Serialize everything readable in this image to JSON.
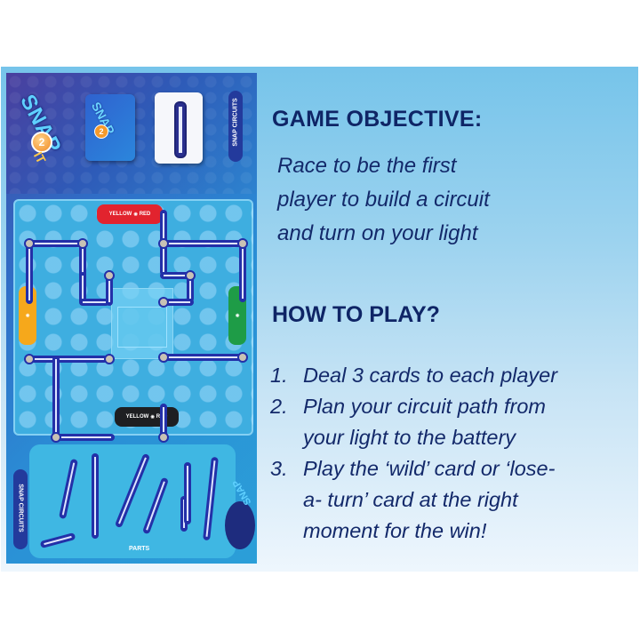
{
  "product": {
    "logo_text": "SNAP",
    "logo_number": "2",
    "logo_suffix": "IT",
    "brand": "SNAP CIRCUITS",
    "parts_label": "PARTS",
    "plate_labels": {
      "left": "YELLOW",
      "right": "RED"
    }
  },
  "objective": {
    "heading": "GAME OBJECTIVE:",
    "lines": [
      "Race to be the first",
      "player to build a circuit",
      "and turn on your light"
    ]
  },
  "how_to_play": {
    "heading": "HOW TO PLAY?",
    "steps": [
      {
        "num": "1.",
        "lines": [
          "Deal 3 cards to each player"
        ]
      },
      {
        "num": "2.",
        "lines": [
          "Plan your circuit path from",
          "your light to the battery"
        ]
      },
      {
        "num": "3.",
        "lines": [
          "Play the ‘wild’ card or ‘lose-",
          "a- turn’ card at the right",
          "moment for the win!"
        ]
      }
    ]
  },
  "colors": {
    "heading": "#0f2566",
    "panel_top": "#76c4ea",
    "panel_bottom": "#eef6fd",
    "wire": "#2330a8",
    "plate_red": "#e2232e",
    "plate_yellow": "#f6a81b",
    "plate_green": "#1e9c47",
    "plate_black": "#1e1f22"
  }
}
